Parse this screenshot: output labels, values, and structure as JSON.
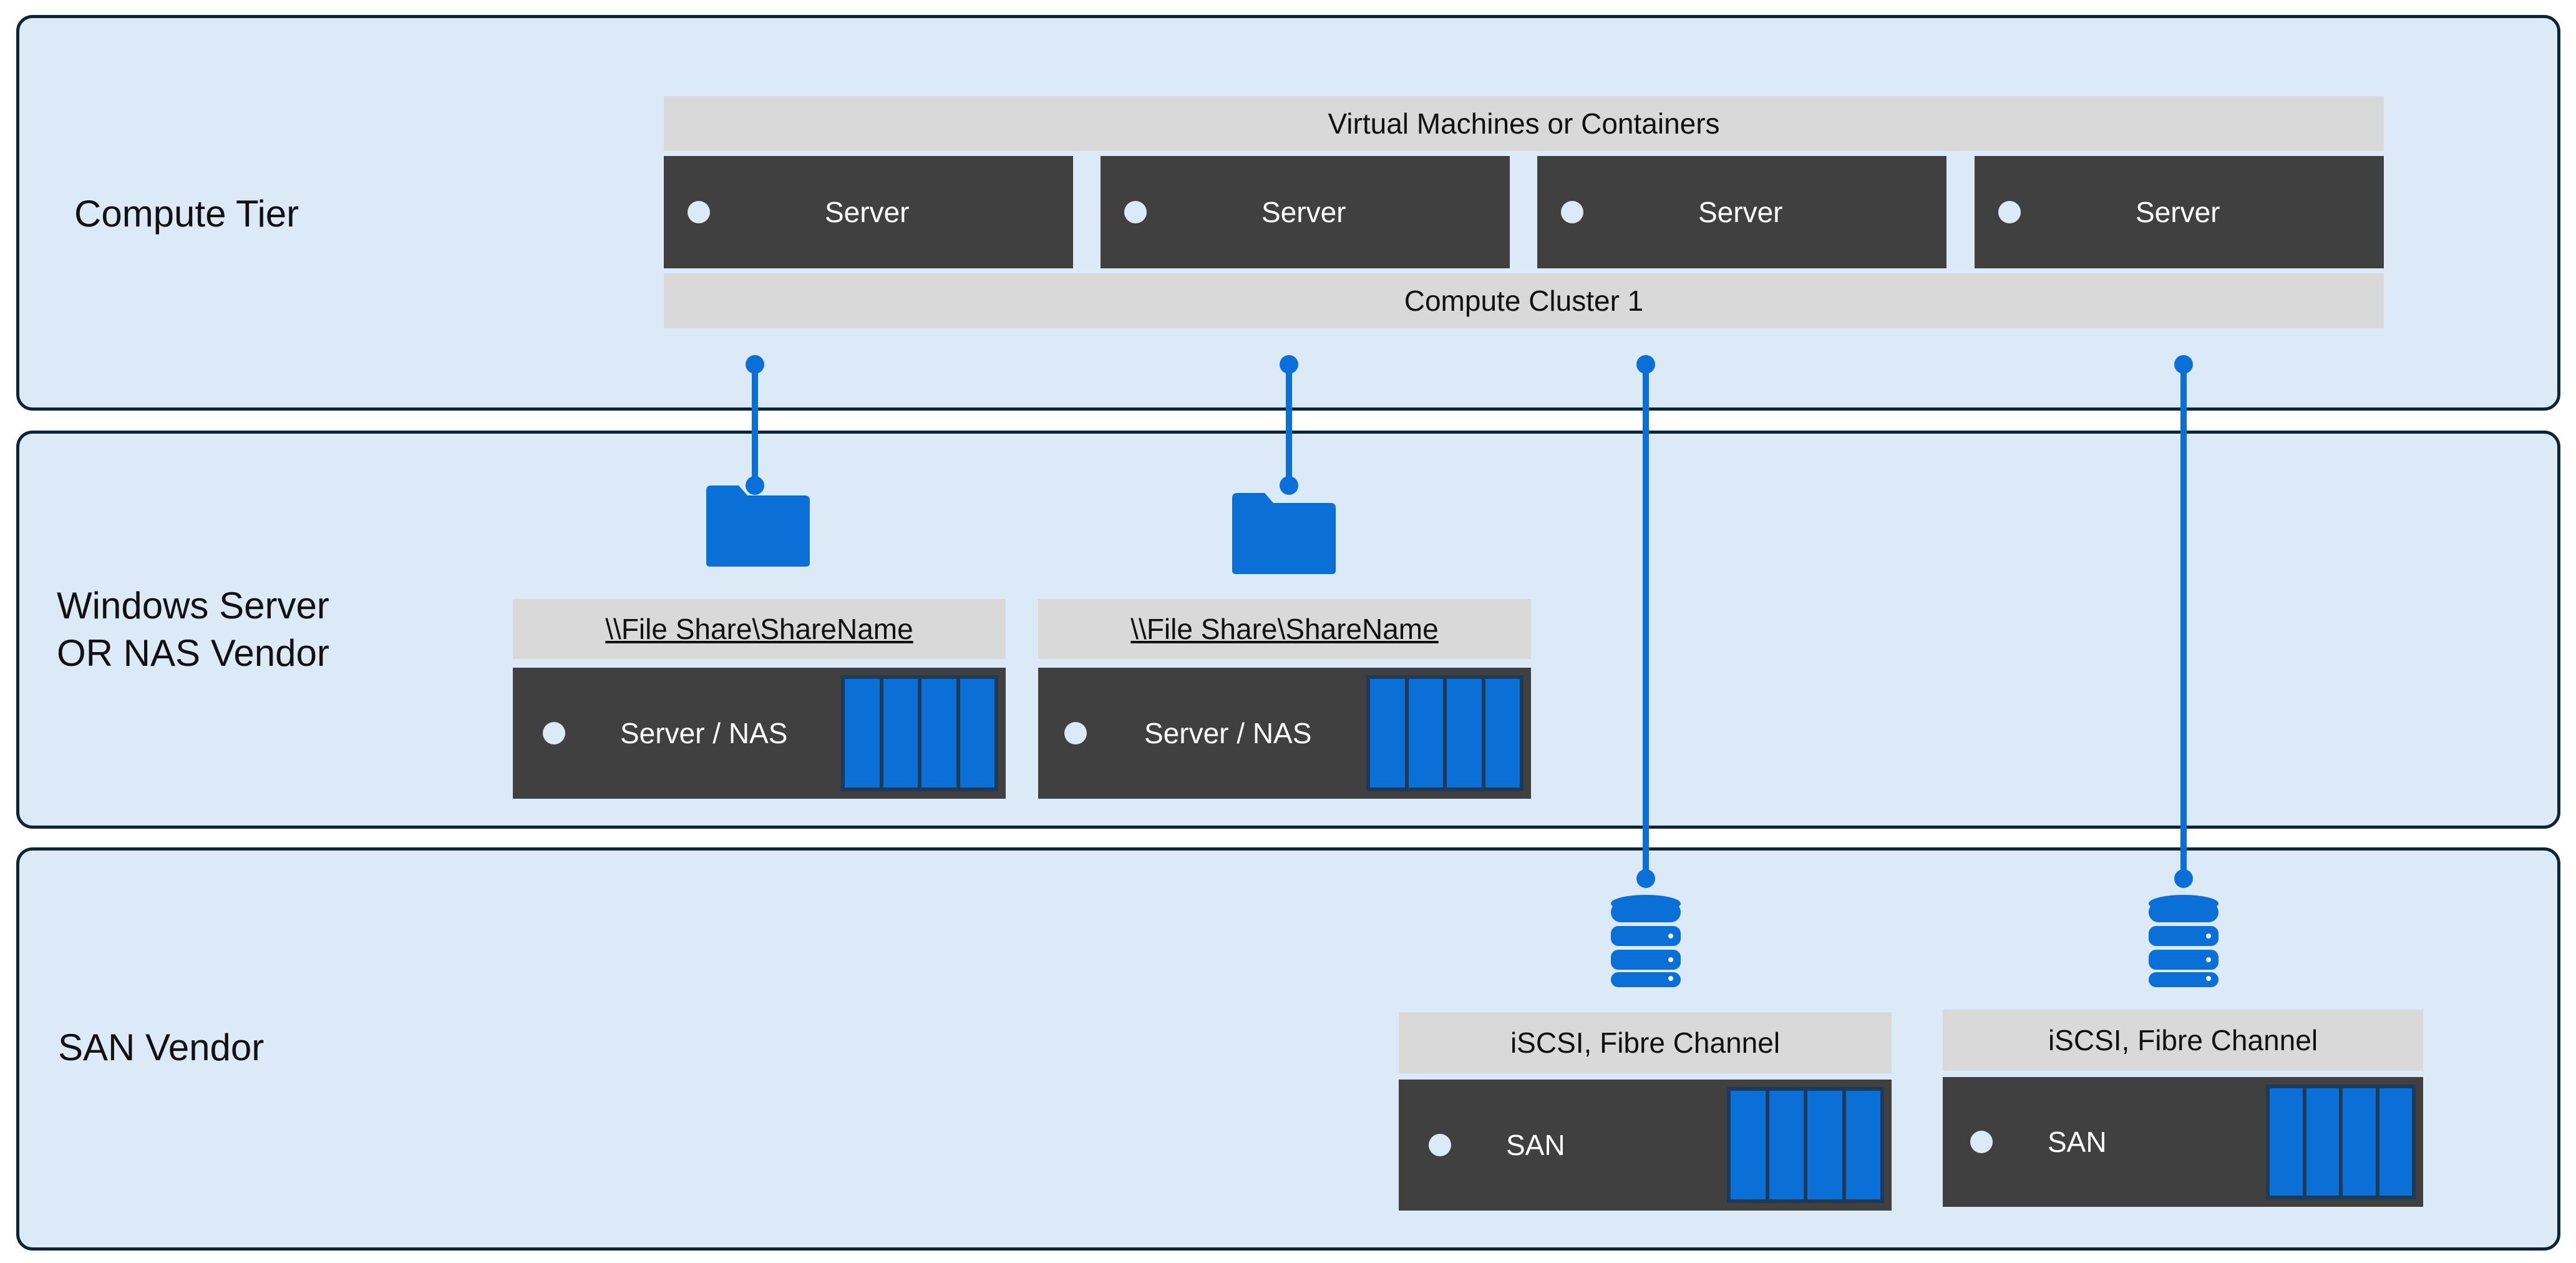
{
  "colors": {
    "tier_bg": "#dce9f6",
    "tier_border": "#0b2438",
    "bar_gray": "#d9d9d9",
    "box_dark": "#404040",
    "accent_blue": "#0a6fd6"
  },
  "compute_tier": {
    "label": "Compute Tier",
    "vm_bar": "Virtual Machines or Containers",
    "servers": [
      "Server",
      "Server",
      "Server",
      "Server"
    ],
    "cluster_bar": "Compute Cluster 1"
  },
  "nas_tier": {
    "label": "Windows Server\nOR  NAS Vendor",
    "nodes": [
      {
        "share": "\\\\File Share\\ShareName",
        "box": "Server / NAS",
        "icon": "folder-icon"
      },
      {
        "share": "\\\\File Share\\ShareName",
        "box": "Server / NAS",
        "icon": "folder-icon"
      }
    ]
  },
  "san_tier": {
    "label": "SAN Vendor",
    "nodes": [
      {
        "protocol": "iSCSI, Fibre Channel",
        "box": "SAN",
        "icon": "database-icon"
      },
      {
        "protocol": "iSCSI, Fibre Channel",
        "box": "SAN",
        "icon": "database-icon"
      }
    ]
  }
}
